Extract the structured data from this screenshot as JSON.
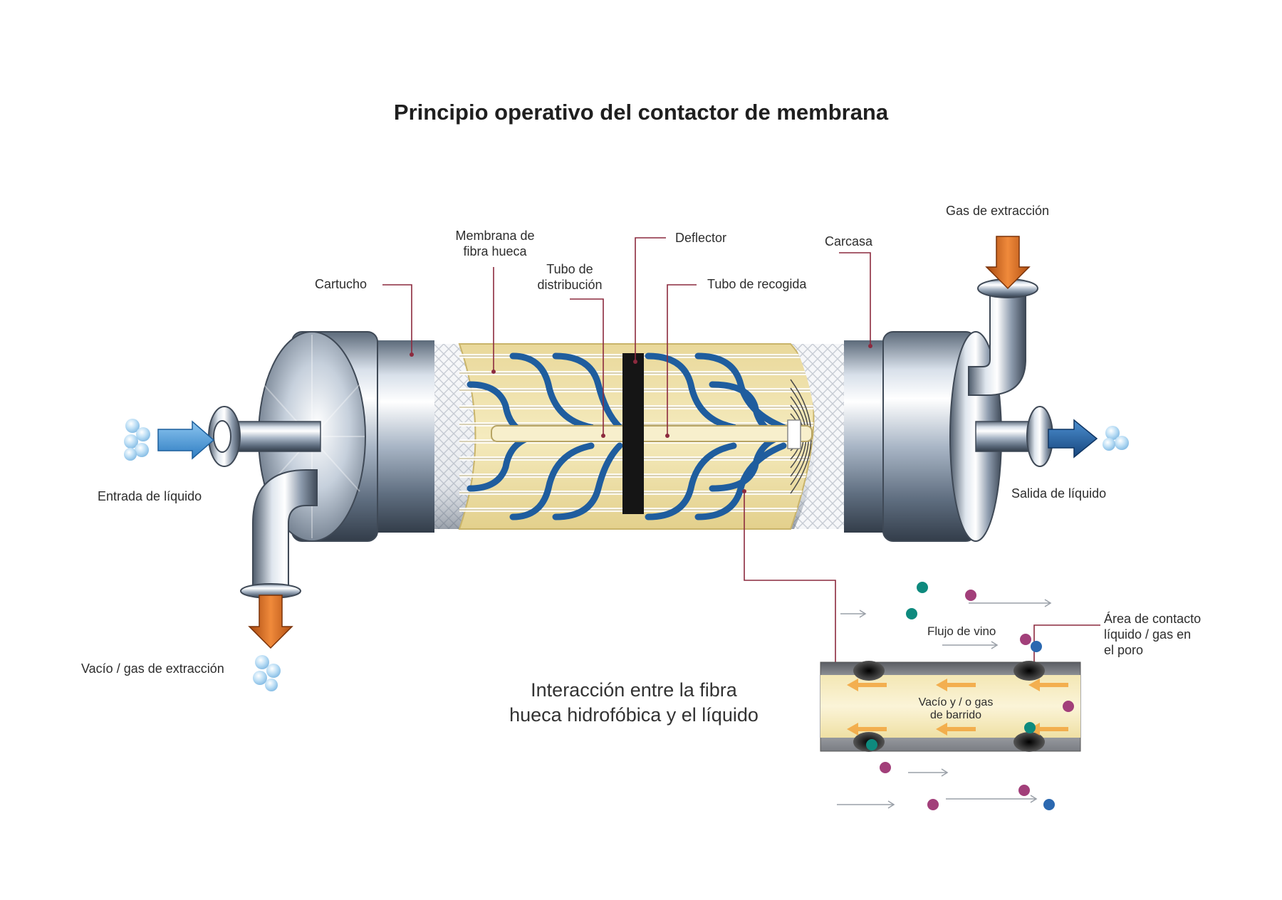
{
  "title": "Principio operativo del contactor de membrana",
  "labels": {
    "cartridge": "Cartucho",
    "hollow_fiber": "Membrana de\nfibra hueca",
    "distribution_tube": "Tubo de\ndistribución",
    "baffle": "Deflector",
    "collection_tube": "Tubo de recogida",
    "shell": "Carcasa",
    "stripping_gas": "Gas de extracción",
    "liquid_inlet": "Entrada de líquido",
    "liquid_outlet": "Salida de líquido",
    "vacuum_gas": "Vacío / gas de extracción",
    "contact_area": "Área de contacto\nlíquido / gas en\nel poro",
    "wine_flow": "Flujo de vino",
    "vacuum_sweep": "Vacío y / o gas\nde barrido"
  },
  "subtitle": "Interacción entre la fibra\nhueca hidrofóbica y el líquido",
  "colors": {
    "liquid_arrow": "#3d8fd4",
    "gas_arrow": "#d4661f",
    "fiber_blue": "#1f5d9e",
    "fiber_bg": "#efe1a6",
    "leader": "#8c2a3e",
    "teal": "#0e8a7e",
    "magenta": "#a23f7a",
    "blue_dot": "#2b68b0"
  }
}
